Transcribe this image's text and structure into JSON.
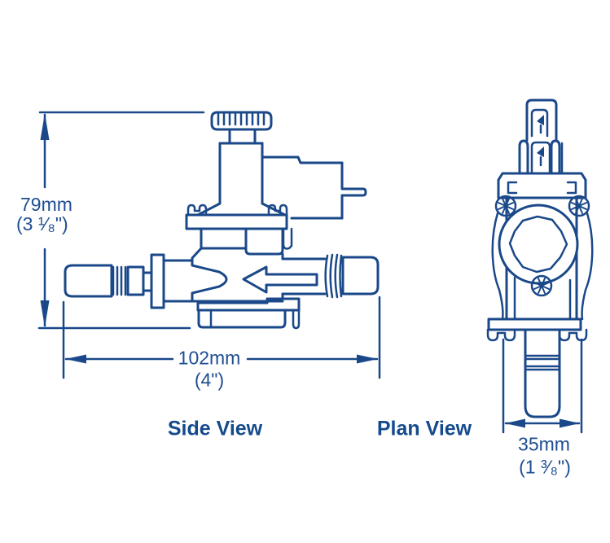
{
  "colors": {
    "background": "#ffffff",
    "ink": "#1a4889",
    "dimension_text": "#1e4e93",
    "view_label_text": "#154a8c"
  },
  "views": {
    "side": {
      "label": "Side View"
    },
    "plan": {
      "label": "Plan View"
    }
  },
  "dimensions": {
    "height": {
      "mm": "79mm",
      "inches": "(3 ¹⁄₈\")"
    },
    "length": {
      "mm": "102mm",
      "inches": "(4\")"
    },
    "width": {
      "mm": "35mm",
      "inches": "(1 ³⁄₈\")"
    }
  },
  "parts": {
    "side_view": [
      "adjustment-knob",
      "valve-bonnet",
      "solenoid-coil",
      "spade-terminal-pin",
      "bonnet-screws",
      "valve-body",
      "inlet-hose-tail",
      "outlet-hose-tail",
      "flow-direction-arrow",
      "mounting-base"
    ],
    "plan_view": [
      "electrical-connector",
      "spade-terminals",
      "coil-housing",
      "mounting-thumb-screws",
      "knurled-adjustment-knob",
      "retaining-screw",
      "clamp-bracket",
      "base-plate",
      "outlet-pipe"
    ]
  }
}
